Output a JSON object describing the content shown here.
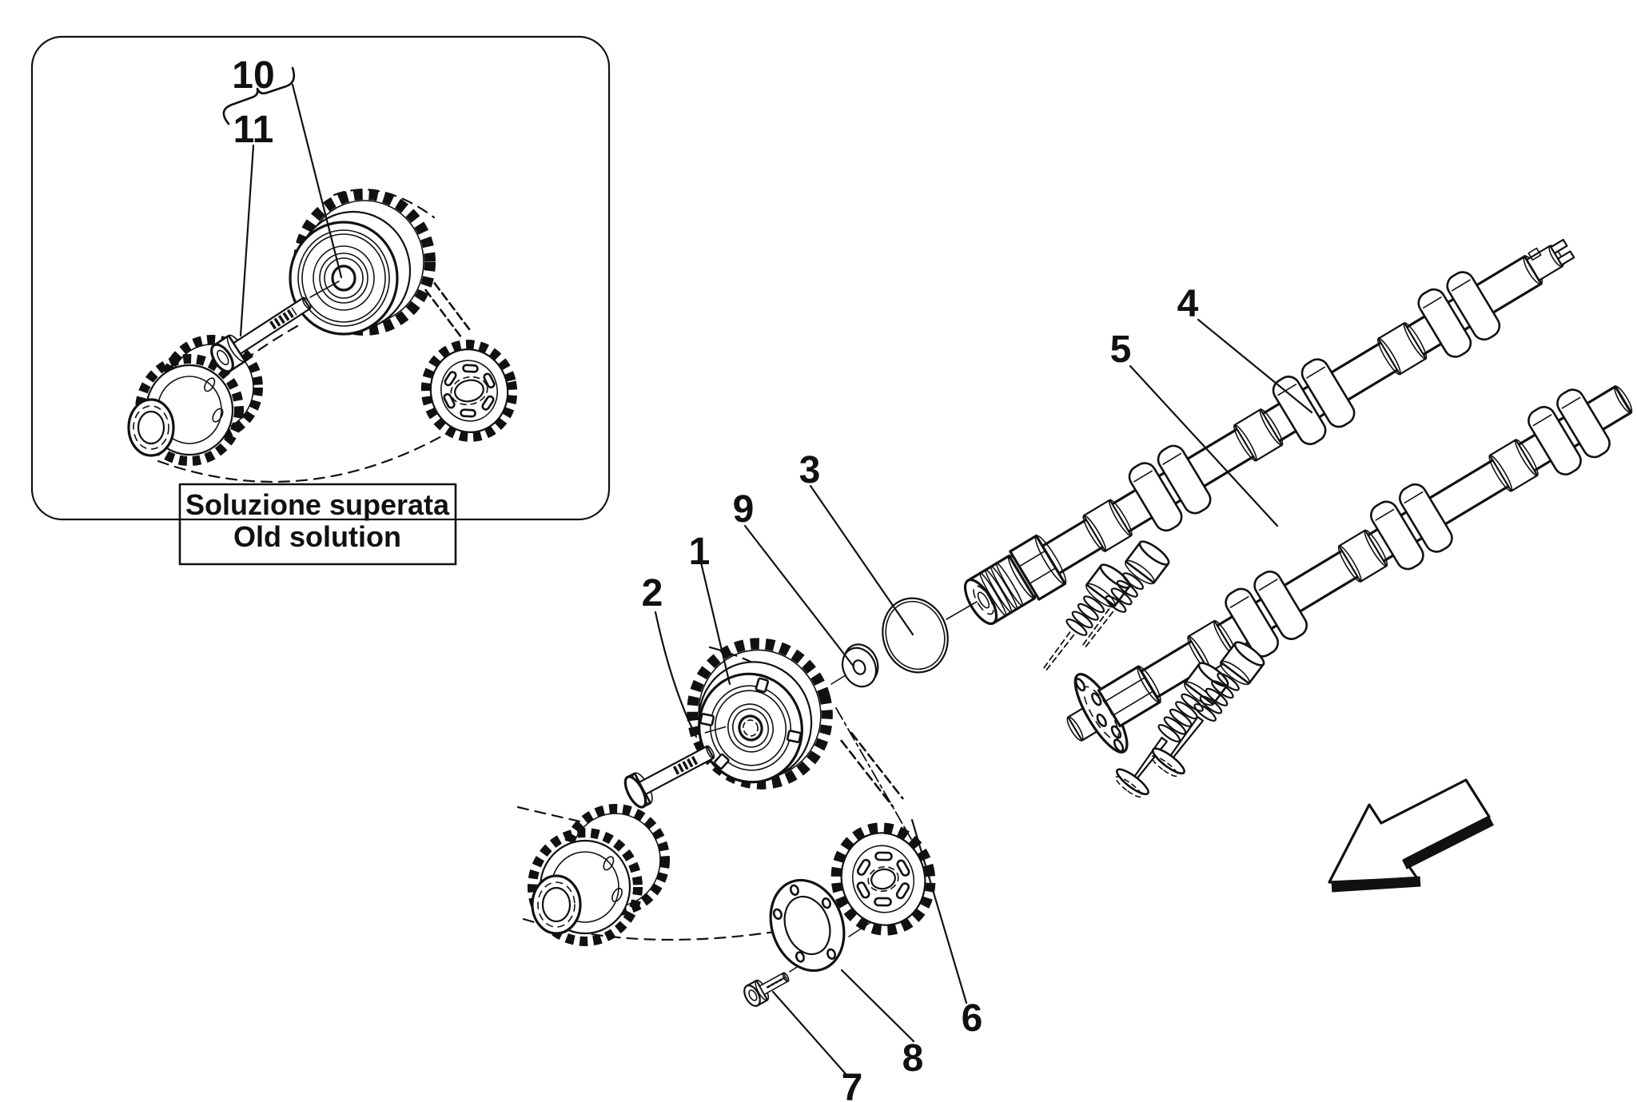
{
  "figure": {
    "type": "exploded-parts-diagram",
    "subject": "engine camshaft timing components",
    "background": "#ffffff",
    "line_color": "#111111"
  },
  "inset": {
    "caption_line1": "Soluzione superata",
    "caption_line2": "Old solution"
  },
  "labels": {
    "p1": "1",
    "p2": "2",
    "p3": "3",
    "p4": "4",
    "p5": "5",
    "p6": "6",
    "p7": "7",
    "p8": "8",
    "p9": "9",
    "p10": "10",
    "p11": "11"
  }
}
